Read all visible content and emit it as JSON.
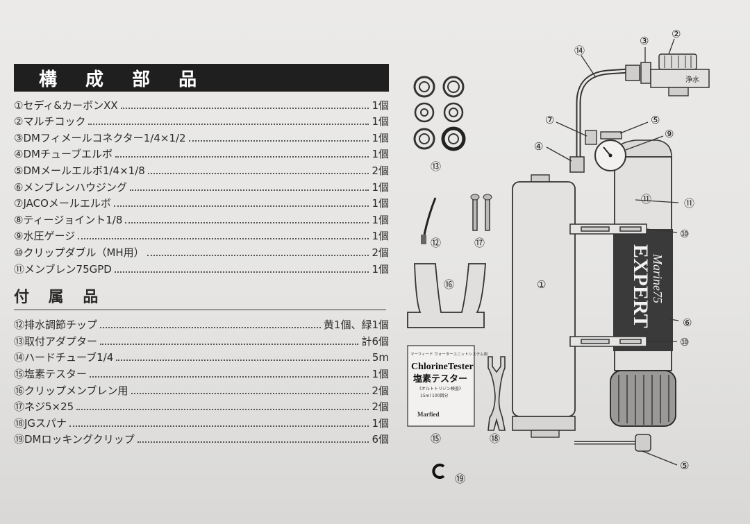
{
  "section1": {
    "title": "構 成 部 品",
    "items": [
      {
        "name": "①セディ&カーボンXX",
        "qty": "1個"
      },
      {
        "name": "②マルチコック",
        "qty": "1個"
      },
      {
        "name": "③DMフィメールコネクター1/4×1/2",
        "qty": "1個"
      },
      {
        "name": "④DMチューブエルボ",
        "qty": "1個"
      },
      {
        "name": "⑤DMメールエルボ1/4×1/8",
        "qty": "2個"
      },
      {
        "name": "⑥メンブレンハウジング",
        "qty": "1個"
      },
      {
        "name": "⑦JACOメールエルボ",
        "qty": "1個"
      },
      {
        "name": "⑧ティージョイント1/8",
        "qty": "1個"
      },
      {
        "name": "⑨水圧ゲージ",
        "qty": "1個"
      },
      {
        "name": "⑩クリップダブル（MH用）",
        "qty": "2個"
      },
      {
        "name": "⑪メンブレン75GPD",
        "qty": "1個"
      }
    ]
  },
  "section2": {
    "title": "付 属 品",
    "items": [
      {
        "name": "⑫排水調節チップ",
        "qty": "黄1個、緑1個"
      },
      {
        "name": "⑬取付アダプター",
        "qty": "計6個"
      },
      {
        "name": "⑭ハードチューブ1/4",
        "qty": "5m"
      },
      {
        "name": "⑮塩素テスター",
        "qty": "1個"
      },
      {
        "name": "⑯クリップメンブレン用",
        "qty": "2個"
      },
      {
        "name": "⑰ネジ5×25",
        "qty": "2個"
      },
      {
        "name": "⑱JGスパナ",
        "qty": "1個"
      },
      {
        "name": "⑲DMロッキングクリップ",
        "qty": "6個"
      }
    ]
  },
  "figure": {
    "callouts": {
      "c1": "①",
      "c2": "②",
      "c3": "③",
      "c4": "④",
      "c5a": "⑤",
      "c5b": "⑤",
      "c6": "⑥",
      "c7": "⑦",
      "c9": "⑨",
      "c10a": "⑩",
      "c10b": "⑩",
      "c11": "⑪",
      "c12": "⑫",
      "c13": "⑬",
      "c14": "⑭",
      "c15": "⑮",
      "c16": "⑯",
      "c17": "⑰",
      "c18": "⑱",
      "c19": "⑲"
    },
    "tap_label": "浄水",
    "brand_main": "EXPERT",
    "brand_sub": "Marine75",
    "tester": {
      "top_line": "マーフィード ウォーターユニットシステム用",
      "title": "ChlorineTester",
      "title_jp": "塩素テスター",
      "sub": "《オルトトリジン検査》",
      "note": "15ml 100回分",
      "maker": "Marfied"
    }
  }
}
